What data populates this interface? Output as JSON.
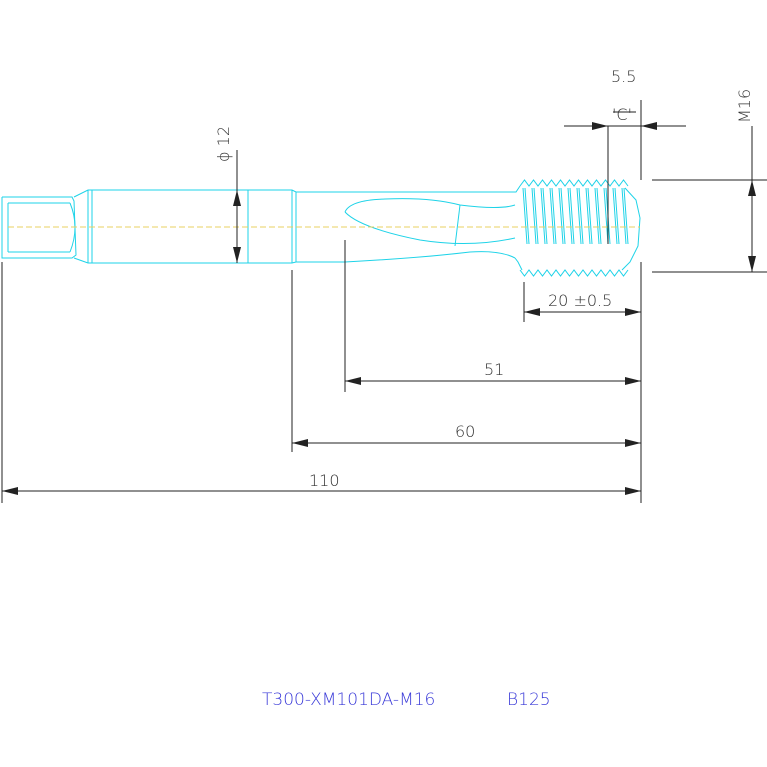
{
  "dimensions": {
    "dia_shank": "ϕ 12",
    "pitch_label": "5.5",
    "chamfer_label": "'C'",
    "thread_size": "M16",
    "thread_length": "20 ±0.5",
    "flute_length": "51",
    "neck_length": "60",
    "overall_length": "110"
  },
  "title_block": {
    "part_number": "T300-XM101DA-M16",
    "code": "B125"
  },
  "colors": {
    "outline": "#1ed3e8",
    "centerline": "#e8d060",
    "dimension": "#222222",
    "title": "#3a3ad8"
  }
}
